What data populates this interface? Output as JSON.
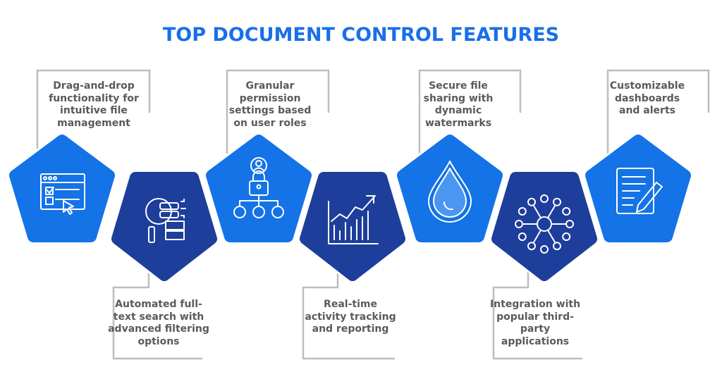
{
  "title": "TOP DOCUMENT CONTROL FEATURES",
  "colors": {
    "title": "#1a6fe8",
    "light": "#1473e6",
    "dark": "#1d3e9b",
    "text": "#5a5a5a",
    "frame": "#bdbdbd"
  },
  "features": [
    {
      "label": "Drag-and-drop functionality for intuitive file management",
      "icon": "browser-checklist-cursor-icon"
    },
    {
      "label": "Automated full-text search with advanced filtering options",
      "icon": "search-database-icon"
    },
    {
      "label": "Granular permission settings based on user roles",
      "icon": "lock-user-hierarchy-icon"
    },
    {
      "label": "Real-time activity tracking and reporting",
      "icon": "growth-chart-icon"
    },
    {
      "label": "Secure file sharing with dynamic watermarks",
      "icon": "water-drop-icon"
    },
    {
      "label": "Integration with popular third-party applications",
      "icon": "network-hub-icon"
    },
    {
      "label": "Customizable dashboards and alerts",
      "icon": "document-pen-icon"
    }
  ]
}
